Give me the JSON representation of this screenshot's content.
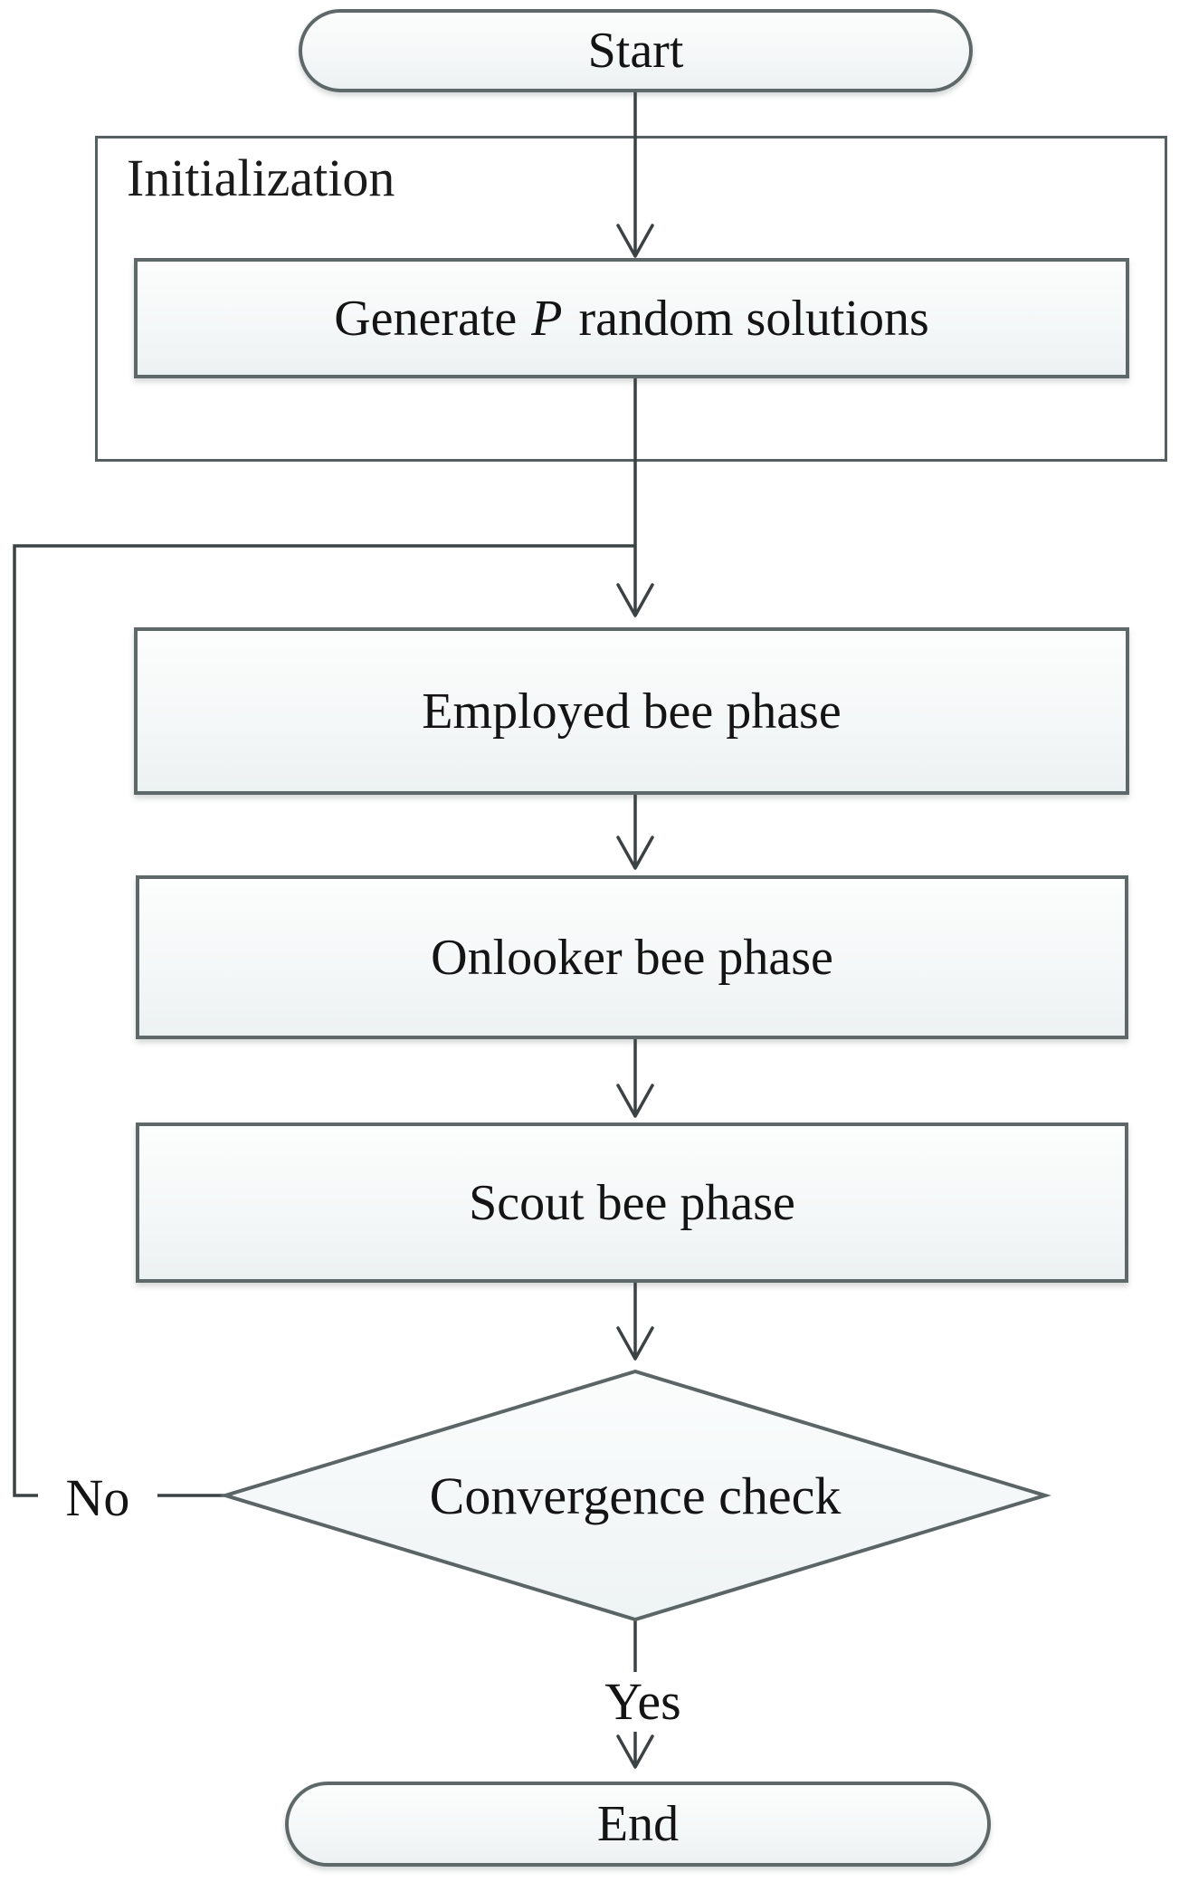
{
  "diagram": {
    "type": "flowchart",
    "nodes": {
      "start": {
        "label": "Start",
        "shape": "terminator"
      },
      "initialization": {
        "label": "Initialization",
        "shape": "group"
      },
      "generate": {
        "prefix": "Generate ",
        "variable": "P",
        "suffix": " random solutions",
        "shape": "process"
      },
      "employed": {
        "label": "Employed bee phase",
        "shape": "process"
      },
      "onlooker": {
        "label": "Onlooker bee phase",
        "shape": "process"
      },
      "scout": {
        "label": "Scout bee phase",
        "shape": "process"
      },
      "convergence": {
        "label": "Convergence check",
        "shape": "decision"
      },
      "end": {
        "label": "End",
        "shape": "terminator"
      }
    },
    "edge_labels": {
      "no": "No",
      "yes": "Yes"
    },
    "edges": [
      {
        "from": "start",
        "to": "generate"
      },
      {
        "from": "generate",
        "to": "employed"
      },
      {
        "from": "employed",
        "to": "onlooker"
      },
      {
        "from": "onlooker",
        "to": "scout"
      },
      {
        "from": "scout",
        "to": "convergence"
      },
      {
        "from": "convergence",
        "to": "employed",
        "label": "No"
      },
      {
        "from": "convergence",
        "to": "end",
        "label": "Yes"
      }
    ],
    "colors": {
      "background": "#ffffff",
      "node_fill_top": "#fcfdfd",
      "node_fill_bottom": "#ecf1f2",
      "node_border": "#5f6869",
      "group_border": "#565f61",
      "connector": "#3b4244",
      "text": "#141414"
    }
  }
}
